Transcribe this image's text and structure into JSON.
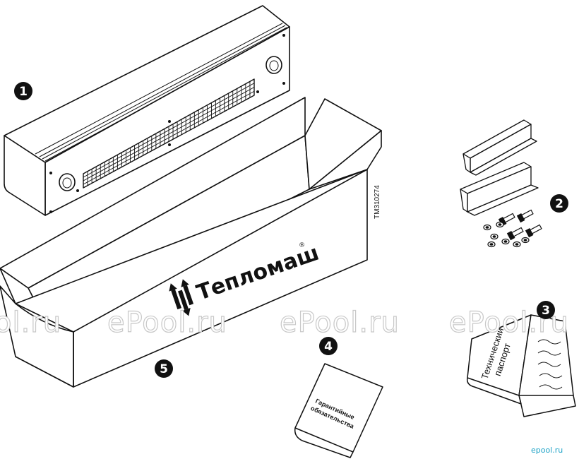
{
  "callouts": [
    "1",
    "2",
    "3",
    "4",
    "5"
  ],
  "box_code": "TM310274",
  "brand_name": "Тепломаш",
  "registered_mark": "®",
  "watermarks": [
    "ol.ru",
    "ePool.ru",
    "ePool.ru",
    "ePool.ru"
  ],
  "warranty_title": [
    "Гарантийные",
    "обязательства"
  ],
  "passport_title": [
    "Технический",
    "паспорт"
  ],
  "site_logo": "epool.ru"
}
